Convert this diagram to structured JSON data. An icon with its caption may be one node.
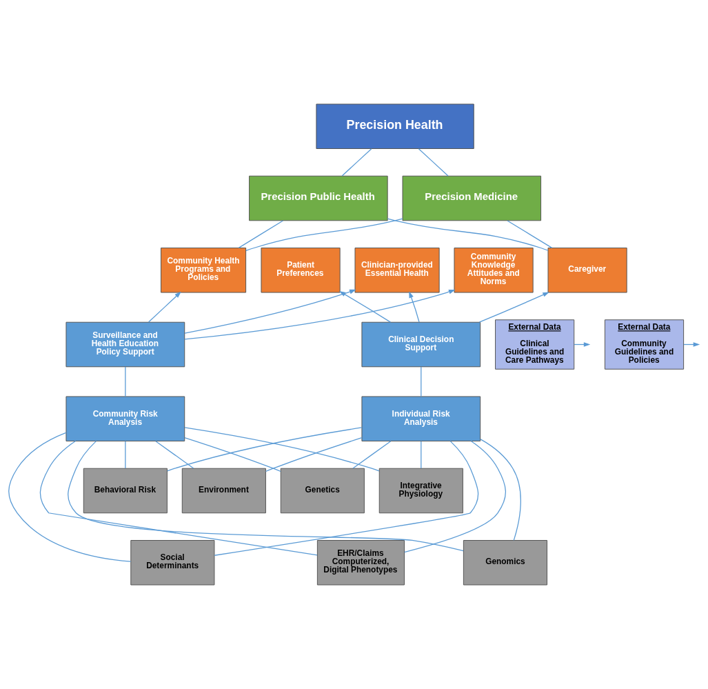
{
  "diagram": {
    "nodes": [
      {
        "text": [
          "Precision Health"
        ]
      },
      {
        "text": [
          "Precision Medicine"
        ]
      },
      {
        "text": [
          "Precision Public Health"
        ]
      },
      {
        "text": [
          "Caregiver"
        ]
      },
      {
        "text": [
          "Patient Preferences"
        ]
      },
      {
        "text": [
          "Clinician-provided Essential Health"
        ]
      },
      {
        "text": [
          "Community Knowledge Attitudes and Norms"
        ]
      },
      {
        "text": [
          "Community Health Programs and Policies"
        ]
      },
      {
        "text": [
          "External Data",
          "Clinical Guidelines and Care Pathways"
        ]
      },
      {
        "text": [
          "Clinical Decision Support"
        ]
      },
      {
        "text": [
          "Surveillance and Health Education Policy Support"
        ]
      },
      {
        "text": [
          "External Data",
          "Community Guidelines and Policies"
        ]
      },
      {
        "text": [
          "Individual Risk Analysis"
        ]
      },
      {
        "text": [
          "Community Risk Analysis"
        ]
      },
      {
        "text": [
          "Genetics"
        ]
      },
      {
        "text": [
          "Integrative Physiology"
        ]
      },
      {
        "text": [
          "Behavioral Risk"
        ]
      },
      {
        "text": [
          "Environment"
        ]
      },
      {
        "text": [
          "Genomics"
        ]
      },
      {
        "text": [
          "EHR/Claims Computerized, Digital Phenotypes"
        ]
      },
      {
        "text": [
          "Social Determinants"
        ]
      }
    ],
    "edges": [
      {
        "from": 0,
        "to": 1,
        "arrow": "none"
      },
      {
        "from": 0,
        "to": 2,
        "arrow": "none"
      },
      {
        "from": 1,
        "to": 3,
        "arrow": "none"
      },
      {
        "from": 1,
        "to": 7,
        "arrow": "none"
      },
      {
        "from": 2,
        "to": 3,
        "arrow": "none"
      },
      {
        "from": 2,
        "to": 7,
        "arrow": "none"
      },
      {
        "from": 9,
        "to": 3,
        "arrow": "to"
      },
      {
        "from": 9,
        "to": 4,
        "arrow": "to"
      },
      {
        "from": 9,
        "to": 5,
        "arrow": "to"
      },
      {
        "from": 10,
        "to": 5,
        "arrow": "to"
      },
      {
        "from": 10,
        "to": 6,
        "arrow": "to"
      },
      {
        "from": 10,
        "to": 7,
        "arrow": "to"
      },
      {
        "from": 8,
        "to": null,
        "arrow": "to"
      },
      {
        "from": 11,
        "to": null,
        "arrow": "to"
      },
      {
        "from": 9,
        "to": 12,
        "arrow": "none"
      },
      {
        "from": 10,
        "to": 13,
        "arrow": "none"
      },
      {
        "from": 12,
        "to": 14,
        "arrow": "none"
      },
      {
        "from": 12,
        "to": 18,
        "arrow": "none"
      },
      {
        "from": 12,
        "to": 15,
        "arrow": "none"
      },
      {
        "from": 12,
        "to": 19,
        "arrow": "none"
      },
      {
        "from": 12,
        "to": 16,
        "arrow": "none"
      },
      {
        "from": 12,
        "to": 20,
        "arrow": "none"
      },
      {
        "from": 12,
        "to": 17,
        "arrow": "none"
      },
      {
        "from": 13,
        "to": 14,
        "arrow": "none"
      },
      {
        "from": 13,
        "to": 18,
        "arrow": "none"
      },
      {
        "from": 13,
        "to": 15,
        "arrow": "none"
      },
      {
        "from": 13,
        "to": 19,
        "arrow": "none"
      },
      {
        "from": 13,
        "to": 16,
        "arrow": "none"
      },
      {
        "from": 13,
        "to": 20,
        "arrow": "none"
      },
      {
        "from": 13,
        "to": 17,
        "arrow": "none"
      }
    ]
  }
}
